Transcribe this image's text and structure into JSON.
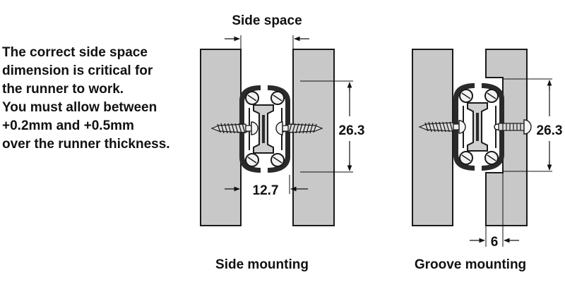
{
  "intro": {
    "lines": [
      "The correct side space",
      "dimension is critical for",
      "the runner to work.",
      "You must allow between",
      "+0.2mm and +0.5mm",
      "over the runner thickness."
    ]
  },
  "side_mounting": {
    "heading": "Side space",
    "height_dim": "26.3",
    "width_dim": "12.7",
    "caption": "Side mounting"
  },
  "groove_mounting": {
    "height_dim": "26.3",
    "groove_dim": "6",
    "caption": "Groove mounting"
  },
  "colors": {
    "panel": "#c8c8c8",
    "outline": "#1a1a1a",
    "runner_dark": "#2a2a2a",
    "runner_light": "#bdbdbd"
  }
}
